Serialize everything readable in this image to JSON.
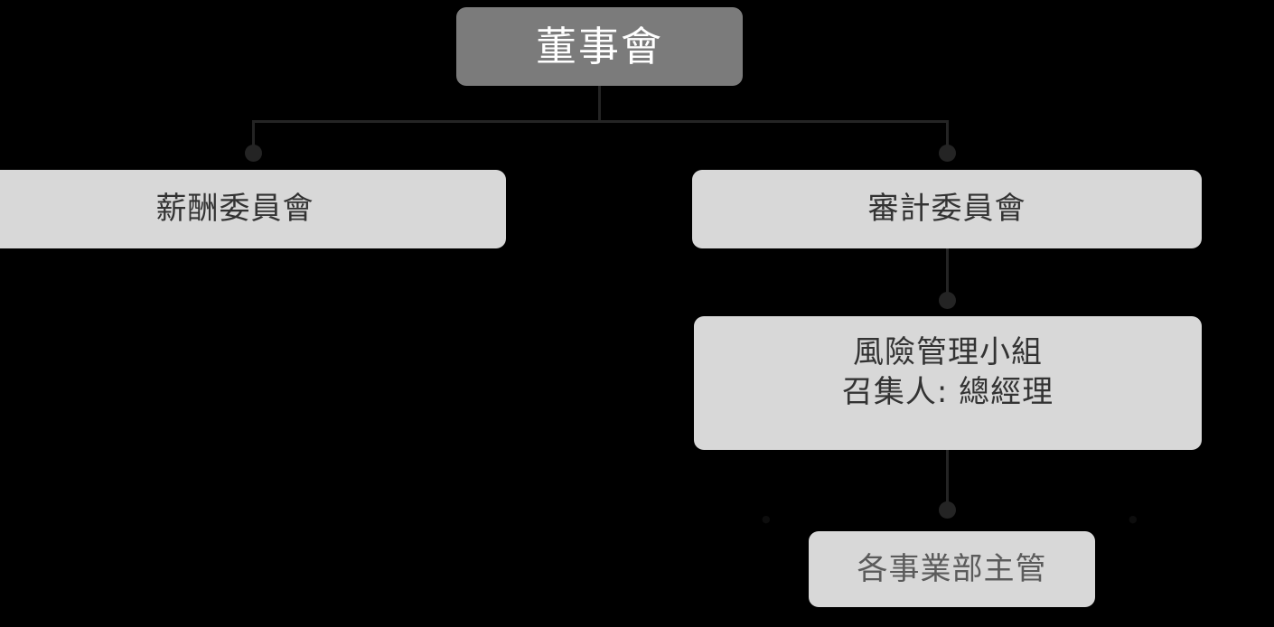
{
  "diagram": {
    "type": "organization-chart",
    "background_color": "#000000",
    "palette": {
      "root_box": "#7b7b7b",
      "root_text": "#ffffff",
      "box": "#d8d8d8",
      "box_text": "#333333",
      "leaf_text": "#5b5b5b",
      "connector": "#242424"
    },
    "nodes": {
      "board": {
        "label": "董事會"
      },
      "compensation_committee": {
        "label": "薪酬委員會"
      },
      "audit_committee": {
        "label": "審計委員會"
      },
      "risk_group": {
        "line1": "風險管理小組",
        "line2": "召集人: 總經理"
      },
      "business_unit_heads": {
        "label": "各事業部主管"
      }
    },
    "edges": [
      {
        "from": "board",
        "to": "compensation_committee"
      },
      {
        "from": "board",
        "to": "audit_committee"
      },
      {
        "from": "audit_committee",
        "to": "risk_group"
      },
      {
        "from": "risk_group",
        "to": "business_unit_heads"
      }
    ]
  }
}
